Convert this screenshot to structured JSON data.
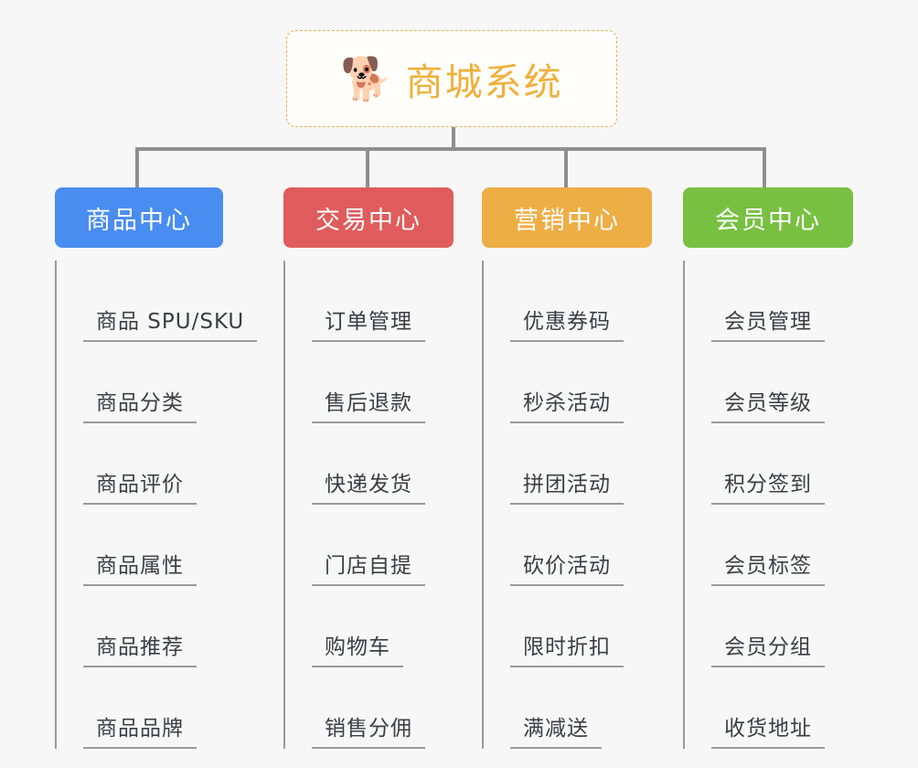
{
  "diagram": {
    "title": "商城系统",
    "root": {
      "icon": "shiba-dog-face-icon",
      "emoji": "🐕",
      "label": "商城系统",
      "text_color": "#f0b03c",
      "border_color": "#e8b04a",
      "background": "#fffefb"
    },
    "connector_color": "#8f8f8f",
    "background": "#f7f7f7",
    "columns": [
      {
        "label": "商品中心",
        "color": "#4a8df0",
        "items": [
          "商品 SPU/SKU",
          "商品分类",
          "商品评价",
          "商品属性",
          "商品推荐",
          "商品品牌"
        ]
      },
      {
        "label": "交易中心",
        "color": "#e05c5c",
        "items": [
          "订单管理",
          "售后退款",
          "快递发货",
          "门店自提",
          "购物车",
          "销售分佣"
        ]
      },
      {
        "label": "营销中心",
        "color": "#eeae46",
        "items": [
          "优惠券码",
          "秒杀活动",
          "拼团活动",
          "砍价活动",
          "限时折扣",
          "满减送"
        ]
      },
      {
        "label": "会员中心",
        "color": "#78c042",
        "items": [
          "会员管理",
          "会员等级",
          "积分签到",
          "会员标签",
          "会员分组",
          "收货地址"
        ]
      }
    ]
  }
}
